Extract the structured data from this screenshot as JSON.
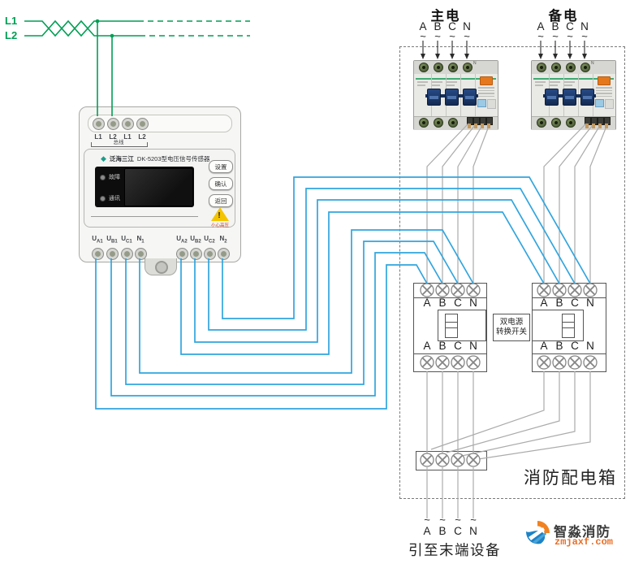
{
  "source": {
    "l1": "L1",
    "l2": "L2"
  },
  "device": {
    "brand": "泛海三江",
    "model": "DK-5203型电压信号传感器",
    "top_terminals": [
      "L1",
      "L2",
      "L1",
      "L2"
    ],
    "bus_label": "总线",
    "leds": [
      "故障",
      "通讯"
    ],
    "buttons": [
      "设置",
      "确认",
      "返回"
    ],
    "warning_mark": "!",
    "warning_text": "小心高压",
    "terminals_group1": [
      "UA1",
      "UB1",
      "UC1",
      "N1"
    ],
    "terminals_group2": [
      "UA2",
      "UB2",
      "UC2",
      "N2"
    ]
  },
  "panel": {
    "box_label": "消防配电箱",
    "main_label": "主电",
    "backup_label": "备电",
    "phases": [
      "A",
      "B",
      "C",
      "N"
    ],
    "tilde": "~",
    "breaker_n": "N",
    "ats_label_line1": "双电源",
    "ats_label_line2": "转换开关",
    "output_caption": "引至末端设备"
  },
  "logo": {
    "name": "智淼消防",
    "site": "zmjaxf.com"
  },
  "colors": {
    "wire_green": "#009E54",
    "wire_blue": "#31A5DE",
    "wire_gray": "#ABABAB",
    "arrow": "#2a2a2a"
  }
}
